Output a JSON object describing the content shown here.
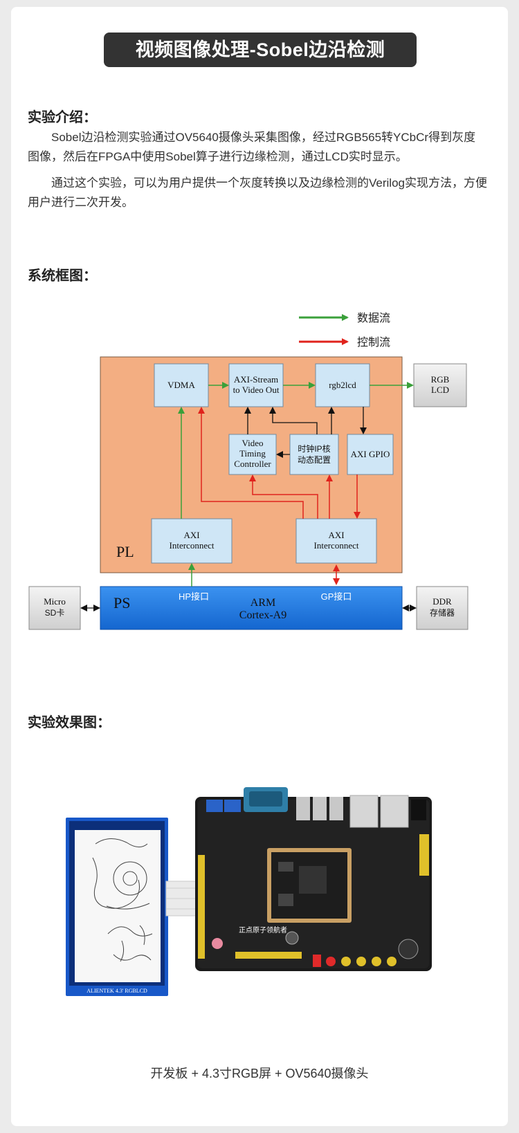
{
  "title": "视频图像处理-Sobel边沿检测",
  "intro": {
    "heading": "实验介绍：",
    "paragraphs": [
      "Sobel边沿检测实验通过OV5640摄像头采集图像，经过RGB565转YCbCr得到灰度图像，然后在FPGA中使用Sobel算子进行边缘检测，通过LCD实时显示。",
      "通过这个实验，可以为用户提供一个灰度转换以及边缘检测的Verilog实现方法，方便用户进行二次开发。"
    ]
  },
  "block_diagram": {
    "heading": "系统框图：",
    "legend": {
      "data_flow": "数据流",
      "control_flow": "控制流"
    },
    "region_pl": "PL",
    "region_ps": "PS",
    "ps_core_line1": "ARM",
    "ps_core_line2": "Cortex-A9",
    "hp_port": "HP接口",
    "gp_port": "GP接口",
    "blocks": {
      "vdma": "VDMA",
      "axis_vid_out_l1": "AXI-Stream",
      "axis_vid_out_l2": "to Video Out",
      "rgb2lcd": "rgb2lcd",
      "rgb_lcd_l1": "RGB",
      "rgb_lcd_l2": "LCD",
      "vtc_l1": "Video",
      "vtc_l2": "Timing",
      "vtc_l3": "Controller",
      "clk_l1": "时钟IP核",
      "clk_l2": "动态配置",
      "axi_gpio": "AXI GPIO",
      "axi_ic_hp_l1": "AXI",
      "axi_ic_hp_l2": "Interconnect",
      "axi_ic_gp_l1": "AXI",
      "axi_ic_gp_l2": "Interconnect",
      "sd_l1": "Micro",
      "sd_l2": "SD卡",
      "ddr_l1": "DDR",
      "ddr_l2": "存储器"
    },
    "colors": {
      "data": "#3aa03a",
      "control": "#e0231c",
      "pl_fill": "#f3ae82",
      "ps_fill": "#1e7be0",
      "block_fill": "#cfe6f6"
    }
  },
  "result": {
    "heading": "实验效果图：",
    "lcd_label": "ALIENTEK  4.3' RGBLCD",
    "board_brand": "正点原子领航者",
    "caption": "开发板 + 4.3寸RGB屏 + OV5640摄像头"
  }
}
